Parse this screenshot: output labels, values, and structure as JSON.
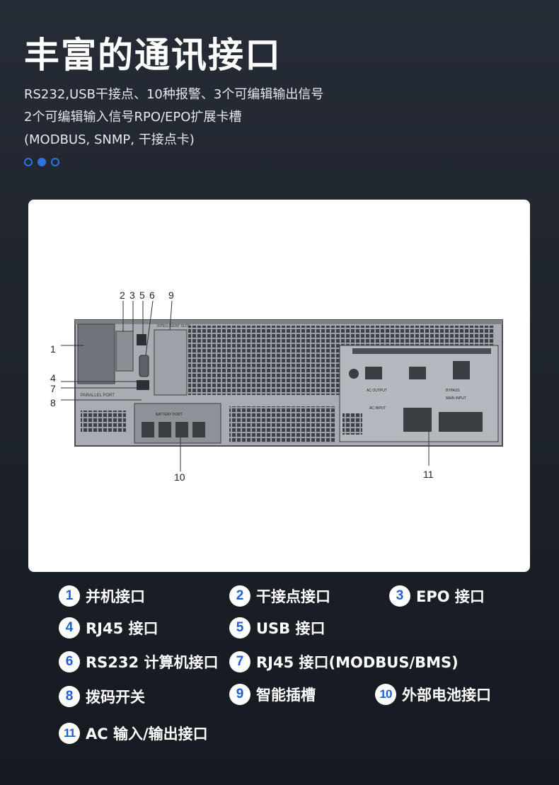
{
  "header": {
    "title": "丰富的通讯接口",
    "lines": [
      "RS232,USB干接点、10种报警、3个可编辑输出信号",
      "2个可编辑输入信号RPO/EPO扩展卡槽",
      "(MODBUS, SNMP, 干接点卡)"
    ]
  },
  "carousel": {
    "total": 3,
    "active_index": 1
  },
  "diagram": {
    "callouts": [
      "1",
      "2",
      "3",
      "5",
      "6",
      "9",
      "4",
      "7",
      "8",
      "10",
      "11"
    ],
    "panel_labels": {
      "parallel_port": "PARALLEL PORT",
      "battery_port": "BATTERY PORT",
      "intelligent_slot": "INTELLIGENT SLOT",
      "ac_output": "AC OUTPUT",
      "bypass": "BYPASS",
      "main_input": "MAIN INPUT",
      "ac_input": "AC INPUT"
    }
  },
  "legend": [
    {
      "num": "1",
      "label": "并机接口"
    },
    {
      "num": "2",
      "label": "干接点接口"
    },
    {
      "num": "3",
      "label": "EPO 接口"
    },
    {
      "num": "4",
      "label": "RJ45 接口"
    },
    {
      "num": "5",
      "label": "USB 接口"
    },
    {
      "num": "6",
      "label": "RS232 计算机接口"
    },
    {
      "num": "7",
      "label": "RJ45 接口(MODBUS/BMS)"
    },
    {
      "num": "8",
      "label": "拨码开关"
    },
    {
      "num": "9",
      "label": "智能插槽"
    },
    {
      "num": "10",
      "label": "外部电池接口"
    },
    {
      "num": "11",
      "label": "AC 输入/输出接口"
    }
  ],
  "colors": {
    "accent": "#1f5fd6",
    "dot": "#2f73e0"
  }
}
